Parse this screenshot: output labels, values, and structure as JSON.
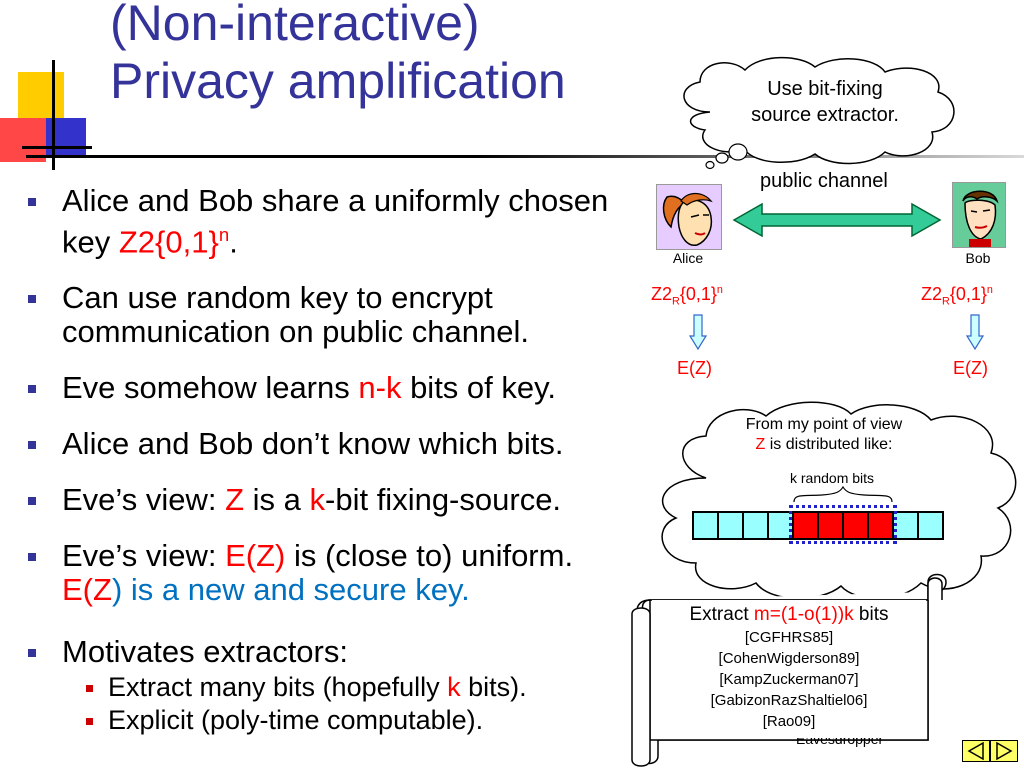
{
  "slide": {
    "title_line1": "(Non-interactive)",
    "title_line2": "Privacy amplification",
    "bullets": [
      {
        "pre": "Alice and Bob share a uniformly chosen key ",
        "red": "Z2{0,1}",
        "sup": "n",
        "post": "."
      },
      {
        "text": "Can use random key to encrypt communication on public channel."
      },
      {
        "pre": "Eve somehow learns ",
        "red": "n-k",
        "post": " bits of key."
      },
      {
        "text": "Alice and Bob don’t know which bits."
      },
      {
        "pre": "Eve’s view: ",
        "red1": "Z",
        "mid": " is a ",
        "red2": "k",
        "post": "-bit fixing-source."
      },
      {
        "pre": "Eve’s view: ",
        "red": "E(Z)",
        "post": " is (close to) uniform.",
        "line2_red": "E(Z",
        "line2_blue": ") is a new and secure key."
      },
      {
        "text": "Motivates extractors:"
      }
    ],
    "subbullets": [
      {
        "pre": "Extract many bits (hopefully ",
        "red": "k",
        "post": " bits)."
      },
      {
        "text": "Explicit (poly-time computable)."
      }
    ],
    "cloud_top": {
      "line1": "Use bit-fixing",
      "line2": "source extractor."
    },
    "public_channel": "public channel",
    "alice_label": "Alice",
    "bob_label": "Bob",
    "alice_key": {
      "a": "Z2",
      "b": "R",
      "c": "{0,1}",
      "d": "n"
    },
    "bob_key": {
      "a": "Z2",
      "b": "R",
      "c": "{0,1}",
      "d": "n"
    },
    "alice_ez": "E(Z)",
    "bob_ez": "E(Z)",
    "cloud_big": {
      "line1": "From my point of view",
      "line2_red": "Z",
      "line2_rest": " is distributed like:",
      "caption": "k random bits"
    },
    "scroll": {
      "pre": "Extract ",
      "red": "m=(1-o(1))k",
      "post": " bits",
      "refs": [
        "[CGFHRS85]",
        "[CohenWigderson89]",
        "[KampZuckerman07]",
        "[GabizonRazShaltiel06]",
        "[Rao09]"
      ],
      "hidden": "Eavesdropper"
    },
    "colors": {
      "title": "#333399",
      "accent_red": "#ff0000",
      "accent_blue": "#0070c0",
      "cell_cyan": "#99ffff",
      "arrow_green": "#33cc99"
    },
    "bits": {
      "total": 10,
      "random_start": 4,
      "random_count": 4
    }
  }
}
